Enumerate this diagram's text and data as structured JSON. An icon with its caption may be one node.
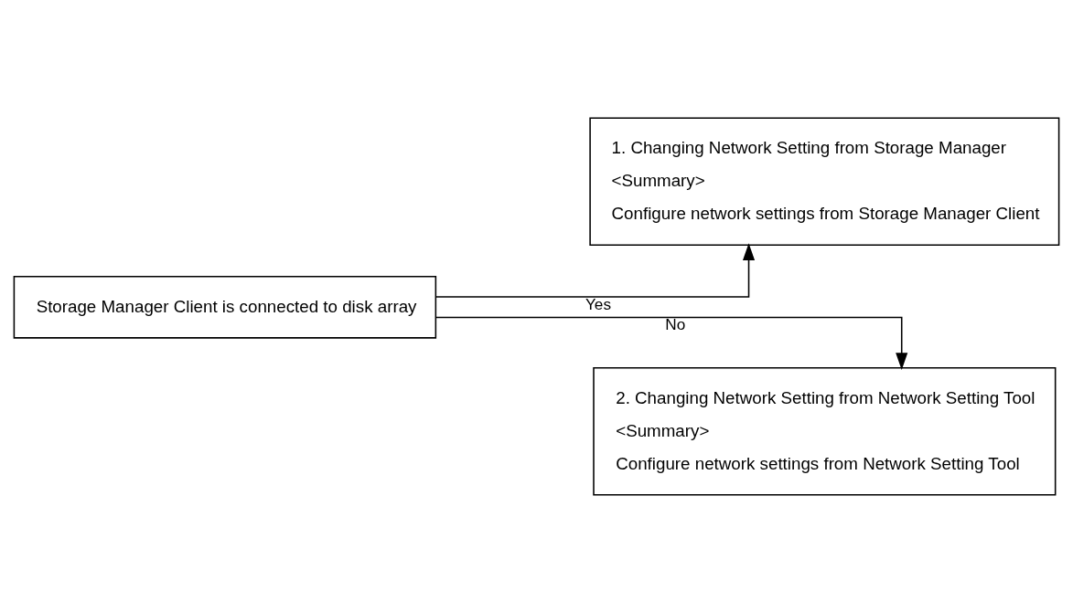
{
  "diagram": {
    "nodes": [
      {
        "text": [
          "Storage Manager Client is connected to disk array"
        ]
      },
      {
        "text": [
          "1. Changing Network Setting from Storage Manager",
          "<Summary>",
          "Configure network settings from Storage Manager Client"
        ]
      },
      {
        "text": [
          "2. Changing Network Setting from Network Setting Tool",
          "<Summary>",
          "Configure network settings from Network Setting Tool"
        ]
      }
    ],
    "edges": [
      {
        "from": 0,
        "to": 1,
        "arrow": "to",
        "label": "Yes"
      },
      {
        "from": 0,
        "to": 2,
        "arrow": "to",
        "label": "No"
      }
    ]
  }
}
